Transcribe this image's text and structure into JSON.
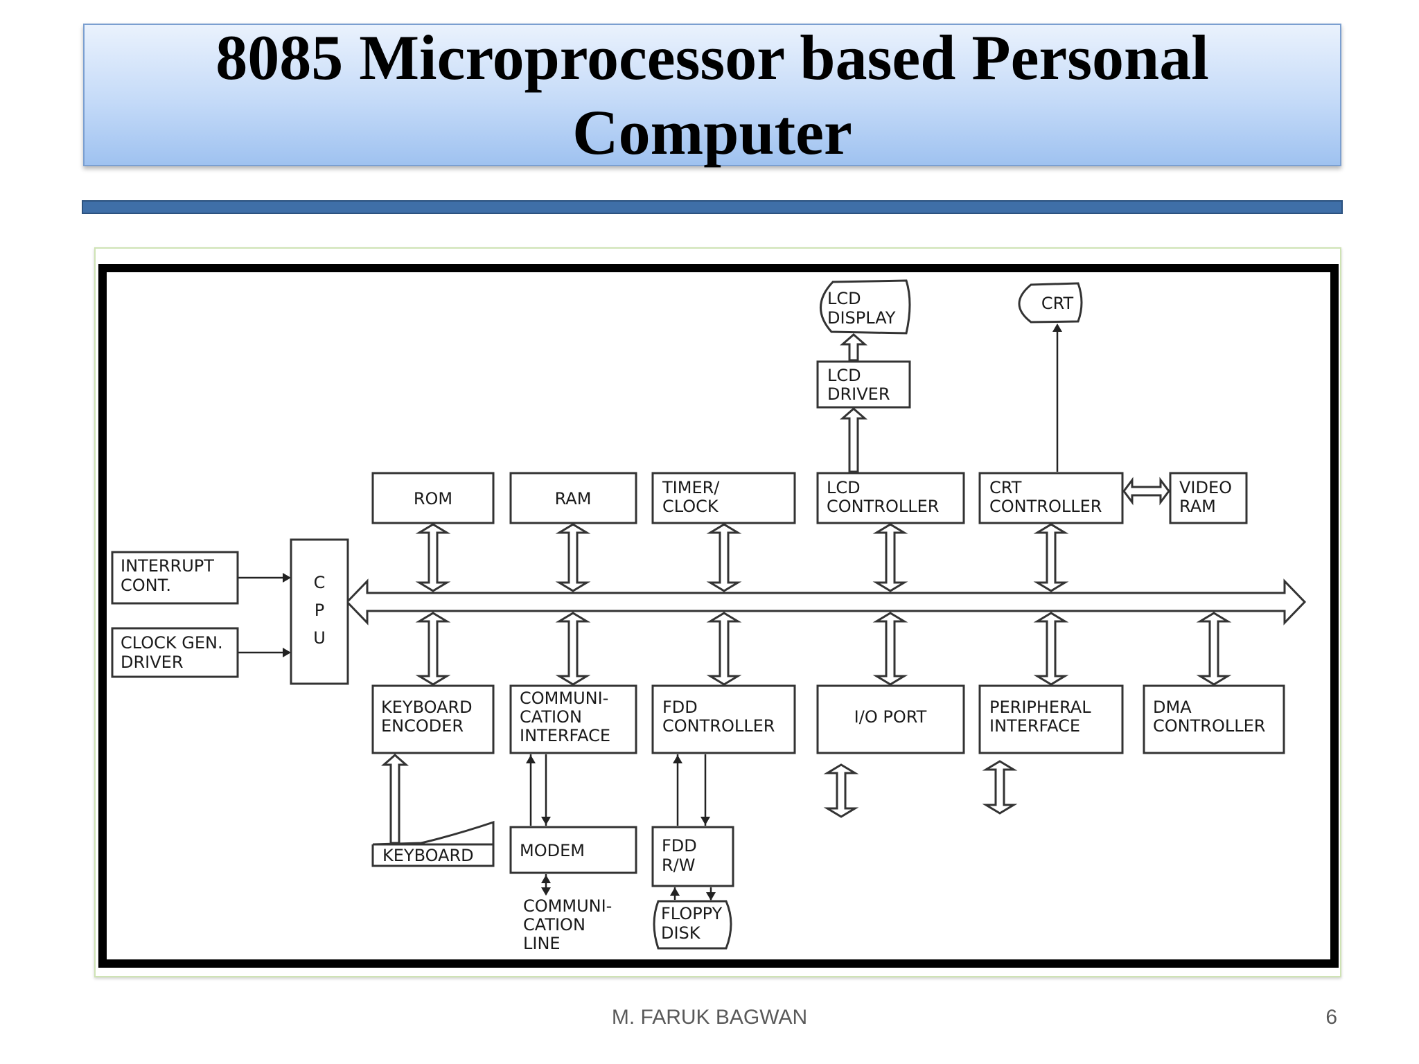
{
  "slide": {
    "title": "8085 Microprocessor based Personal Computer",
    "author": "M. FARUK BAGWAN",
    "page_number": "6"
  },
  "diagram": {
    "blocks": {
      "interrupt_cont": [
        "INTERRUPT",
        "CONT."
      ],
      "clock_gen_driver": [
        "CLOCK GEN.",
        "DRIVER"
      ],
      "cpu": [
        "C",
        "P",
        "U"
      ],
      "rom": [
        "ROM"
      ],
      "ram": [
        "RAM"
      ],
      "timer_clock": [
        "TIMER/",
        "CLOCK"
      ],
      "lcd_controller": [
        "LCD",
        "CONTROLLER"
      ],
      "crt_controller": [
        "CRT",
        "CONTROLLER"
      ],
      "video_ram": [
        "VIDEO",
        "RAM"
      ],
      "lcd_driver": [
        "LCD",
        "DRIVER"
      ],
      "lcd_display": [
        "LCD",
        "DISPLAY"
      ],
      "crt": [
        "CRT"
      ],
      "keyboard_encoder": [
        "KEYBOARD",
        "ENCODER"
      ],
      "communication_interface": [
        "COMMUNI-",
        "CATION",
        "INTERFACE"
      ],
      "fdd_controller": [
        "FDD",
        "CONTROLLER"
      ],
      "io_port": [
        "I/O PORT"
      ],
      "peripheral_interface": [
        "PERIPHERAL",
        "INTERFACE"
      ],
      "dma_controller": [
        "DMA",
        "CONTROLLER"
      ],
      "keyboard": [
        "KEYBOARD"
      ],
      "modem": [
        "MODEM"
      ],
      "fdd_rw": [
        "FDD",
        "R/W"
      ],
      "floppy_disk": [
        "FLOPPY",
        "DISK"
      ],
      "communication_line": [
        "COMMUNI-",
        "CATION",
        "LINE"
      ]
    }
  }
}
